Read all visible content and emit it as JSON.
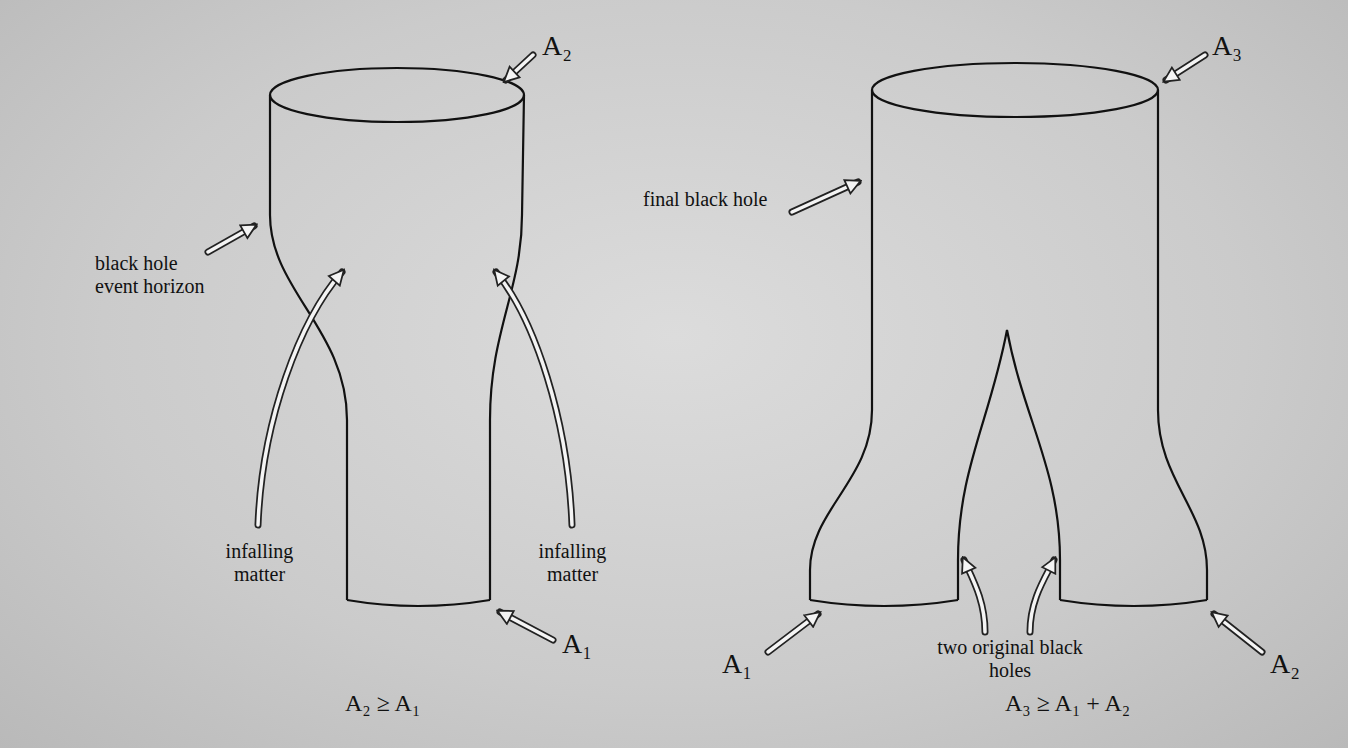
{
  "diagram": {
    "labels": [
      "A₂",
      "black hole event horizon",
      "infalling matter",
      "infalling matter",
      "A₁",
      "A₂ ≥ A₁",
      "A₃",
      "final black hole",
      "two original black holes",
      "A₁",
      "A₂",
      "A₃ ≥ A₁ + A₂"
    ]
  }
}
